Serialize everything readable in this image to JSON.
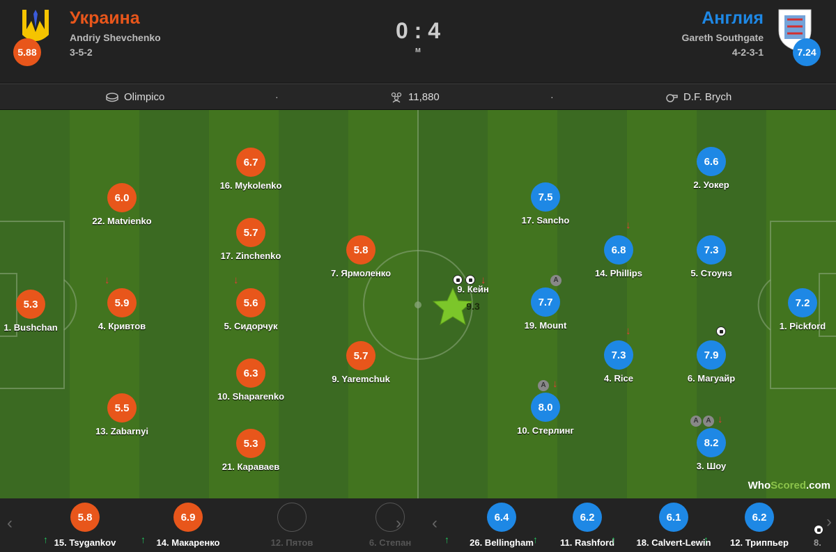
{
  "home": {
    "name": "Украина",
    "coach": "Andriy Shevchenko",
    "formation": "3-5-2",
    "rating": "5.88",
    "color": "#e8561b"
  },
  "away": {
    "name": "Англия",
    "coach": "Gareth Southgate",
    "formation": "4-2-3-1",
    "rating": "7.24",
    "color": "#1e88e5"
  },
  "score": "0 : 4",
  "status": "м",
  "info": {
    "venue": "Olimpico",
    "attendance": "11,880",
    "referee": "D.F. Brych"
  },
  "home_players": [
    {
      "name": "1. Bushchan",
      "rating": "5.3"
    },
    {
      "name": "22. Matvienko",
      "rating": "6.0"
    },
    {
      "name": "4. Кривтов",
      "rating": "5.9"
    },
    {
      "name": "13. Zabarnyi",
      "rating": "5.5"
    },
    {
      "name": "16. Mykolenko",
      "rating": "6.7"
    },
    {
      "name": "17. Zinchenko",
      "rating": "5.7"
    },
    {
      "name": "5. Сидорчук",
      "rating": "5.6"
    },
    {
      "name": "10. Shaparenko",
      "rating": "6.3"
    },
    {
      "name": "21. Караваев",
      "rating": "5.3"
    },
    {
      "name": "7. Ярмоленко",
      "rating": "5.8"
    },
    {
      "name": "9. Yaremchuk",
      "rating": "5.7"
    }
  ],
  "away_players": [
    {
      "name": "9. Кейн",
      "rating": "9.3"
    },
    {
      "name": "17. Sancho",
      "rating": "7.5"
    },
    {
      "name": "19. Mount",
      "rating": "7.7"
    },
    {
      "name": "10. Стерлинг",
      "rating": "8.0"
    },
    {
      "name": "14. Phillips",
      "rating": "6.8"
    },
    {
      "name": "4. Rice",
      "rating": "7.3"
    },
    {
      "name": "2. Уокер",
      "rating": "6.6"
    },
    {
      "name": "5. Стоунз",
      "rating": "7.3"
    },
    {
      "name": "6. Магуайр",
      "rating": "7.9"
    },
    {
      "name": "3. Шоу",
      "rating": "8.2"
    },
    {
      "name": "1. Pickford",
      "rating": "7.2"
    }
  ],
  "home_subs": [
    {
      "name": "15. Tsygankov",
      "rating": "5.8"
    },
    {
      "name": "14. Макаренко",
      "rating": "6.9"
    },
    {
      "name": "12. Пятов",
      "rating": ""
    },
    {
      "name": "6. Степан",
      "rating": ""
    }
  ],
  "away_subs": [
    {
      "name": "26. Bellingham",
      "rating": "6.4"
    },
    {
      "name": "11. Rashford",
      "rating": "6.2"
    },
    {
      "name": "18. Calvert-Lewin",
      "rating": "6.1"
    },
    {
      "name": "12. Триппьер",
      "rating": "6.2"
    },
    {
      "name": "8.",
      "rating": ""
    }
  ],
  "marks": {
    "assist": "A",
    "sub_off": "↓",
    "sub_on": "↑"
  },
  "brand": {
    "who": "Who",
    "scored": "Scored",
    "com": ".com"
  },
  "icons": {
    "stadium": "stadium-icon",
    "attendance": "people-icon",
    "referee": "whistle-icon"
  }
}
